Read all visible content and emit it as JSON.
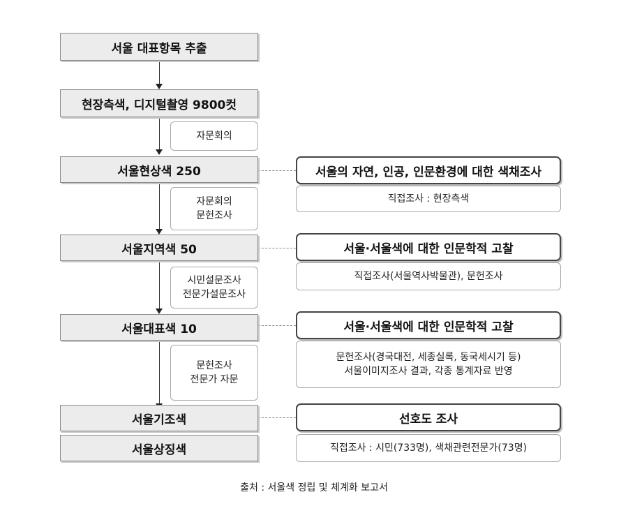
{
  "stages": [
    "서울 대표항목 추출",
    "현장측색, 디지털촬영 9800컷",
    "서울현상색 250",
    "서울지역색 50",
    "서울대표색 10",
    "서울기조색",
    "서울상징색"
  ],
  "methods": [
    "자문회의",
    "자문회의\n문헌조사",
    "시민설문조사\n전문가설문조사",
    "문헌조사\n전문가 자문"
  ],
  "topics": [
    "서울의 자연, 인공, 인문환경에 대한 색채조사",
    "서울·서울색에 대한 인문학적 고찰",
    "서울·서울색에 대한 인문학적 고찰",
    "선호도 조사"
  ],
  "details": [
    "직접조사 : 현장측색",
    "직접조사(서울역사박물관), 문헌조사",
    "문헌조사(경국대전, 세종실록, 동국세시기 등)\n서울이미지조사 결과, 각종 통계자료 반영",
    "직접조사 : 시민(733명), 색채관련전문가(73명)"
  ],
  "caption": "출처 : 서울색 정립 및 체계화 보고서"
}
